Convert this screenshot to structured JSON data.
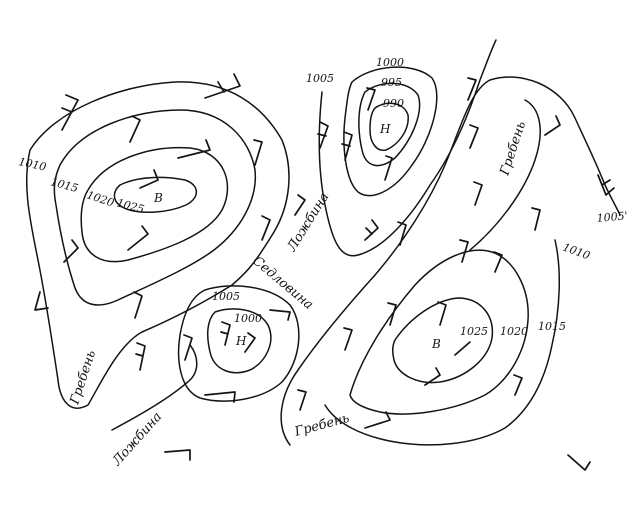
{
  "isobar_labels": {
    "l1010_w": "1010",
    "l1015_w": "1015",
    "l1020_w": "1020",
    "l1025_w": "1025",
    "l1005_top": "1005",
    "l1000_top": "1000",
    "l995_top": "995",
    "l990_top": "990",
    "l1005_mid": "1005",
    "l1000_mid": "1000",
    "l1025_e": "1025",
    "l1020_e": "1020",
    "l1015_e": "1015",
    "l1010_e": "1010",
    "l1005_e": "1005'"
  },
  "centers": {
    "high_w": "B",
    "low_n": "H",
    "low_mid": "H",
    "high_e": "B"
  },
  "terms": {
    "ridge_w": "Гребень",
    "trough_n": "Ложбина",
    "col": "Седловина",
    "trough_sw": "Ложбина",
    "ridge_s": "Гребень",
    "ridge_ne": "Гребень"
  }
}
